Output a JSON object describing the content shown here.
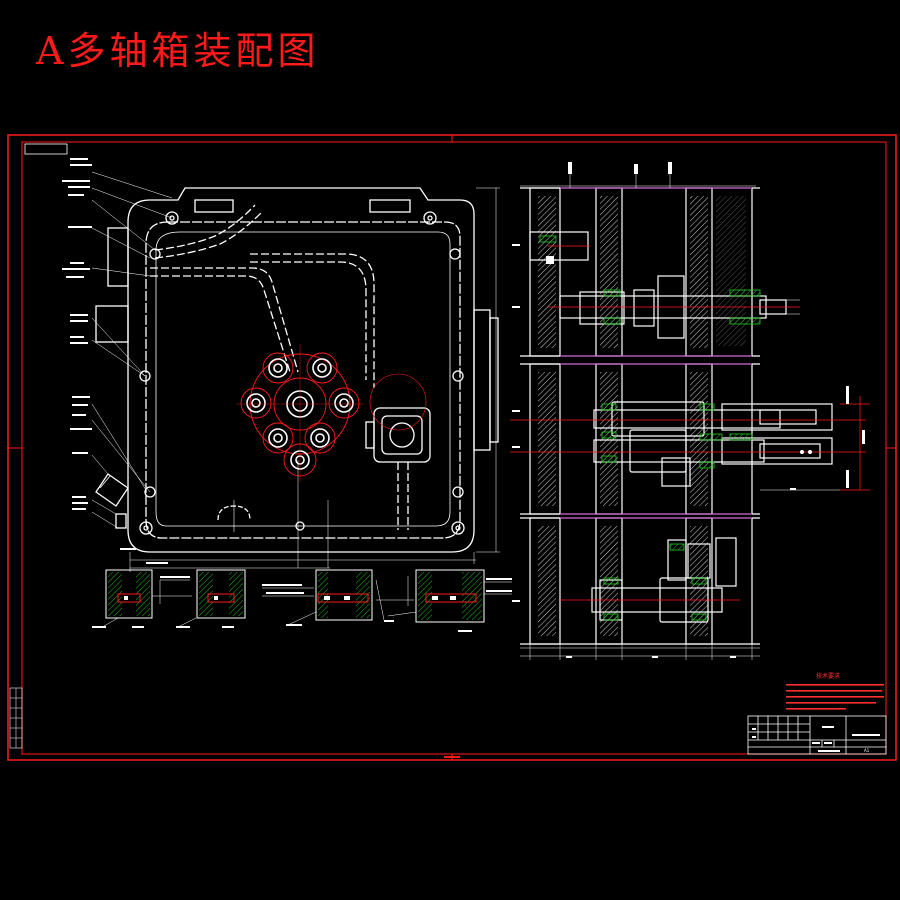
{
  "title": "A多轴箱装配图",
  "tech_notes": {
    "heading": "技术要求"
  },
  "title_block": {
    "drawing_no": "A1"
  },
  "colors": {
    "background": "#000000",
    "frame": "#ff1a1a",
    "geometry": "#ffffff",
    "hatch": "#22cc22",
    "centerline": "#cc44cc",
    "title": "#ff1a1a"
  }
}
